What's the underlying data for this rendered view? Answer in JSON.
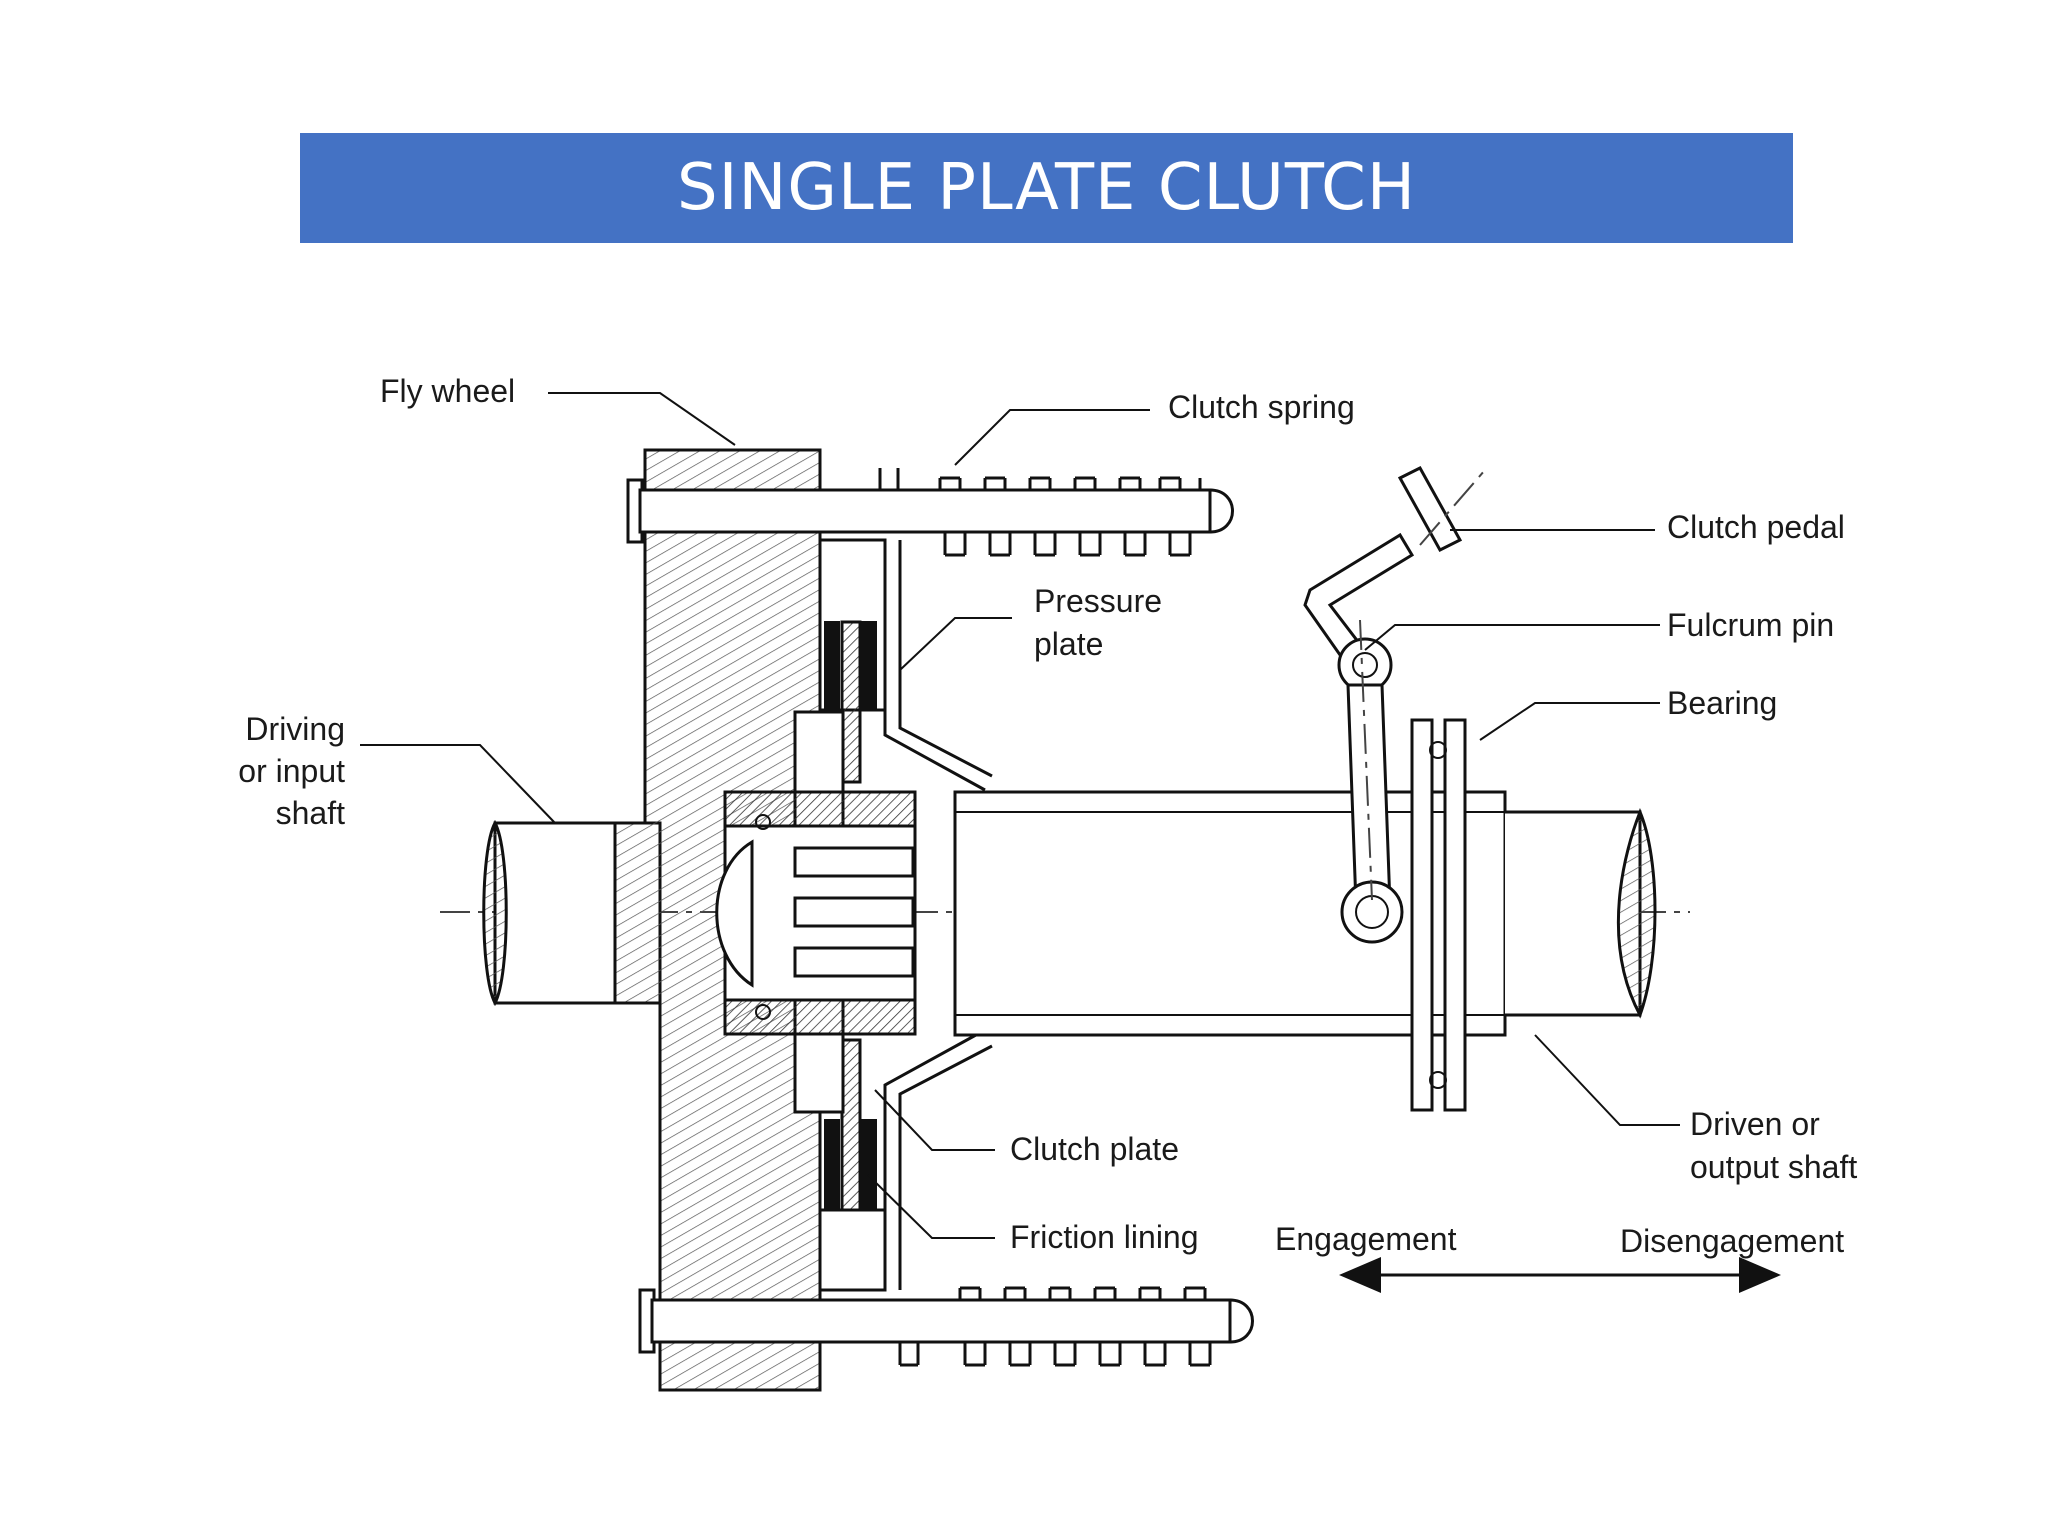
{
  "title": "SINGLE PLATE CLUTCH",
  "labels": {
    "fly_wheel": "Fly wheel",
    "clutch_spring": "Clutch spring",
    "clutch_pedal": "Clutch pedal",
    "pressure_plate_1": "Pressure",
    "pressure_plate_2": "plate",
    "fulcrum_pin": "Fulcrum pin",
    "bearing": "Bearing",
    "driving_shaft_1": "Driving",
    "driving_shaft_2": "or input",
    "driving_shaft_3": "shaft",
    "clutch_plate": "Clutch plate",
    "friction_lining": "Friction lining",
    "engagement": "Engagement",
    "disengagement": "Disengagement",
    "driven_shaft_1": "Driven or",
    "driven_shaft_2": "output shaft"
  },
  "colors": {
    "title_bar": "#4472c4",
    "title_text": "#ffffff",
    "line": "#111111"
  }
}
